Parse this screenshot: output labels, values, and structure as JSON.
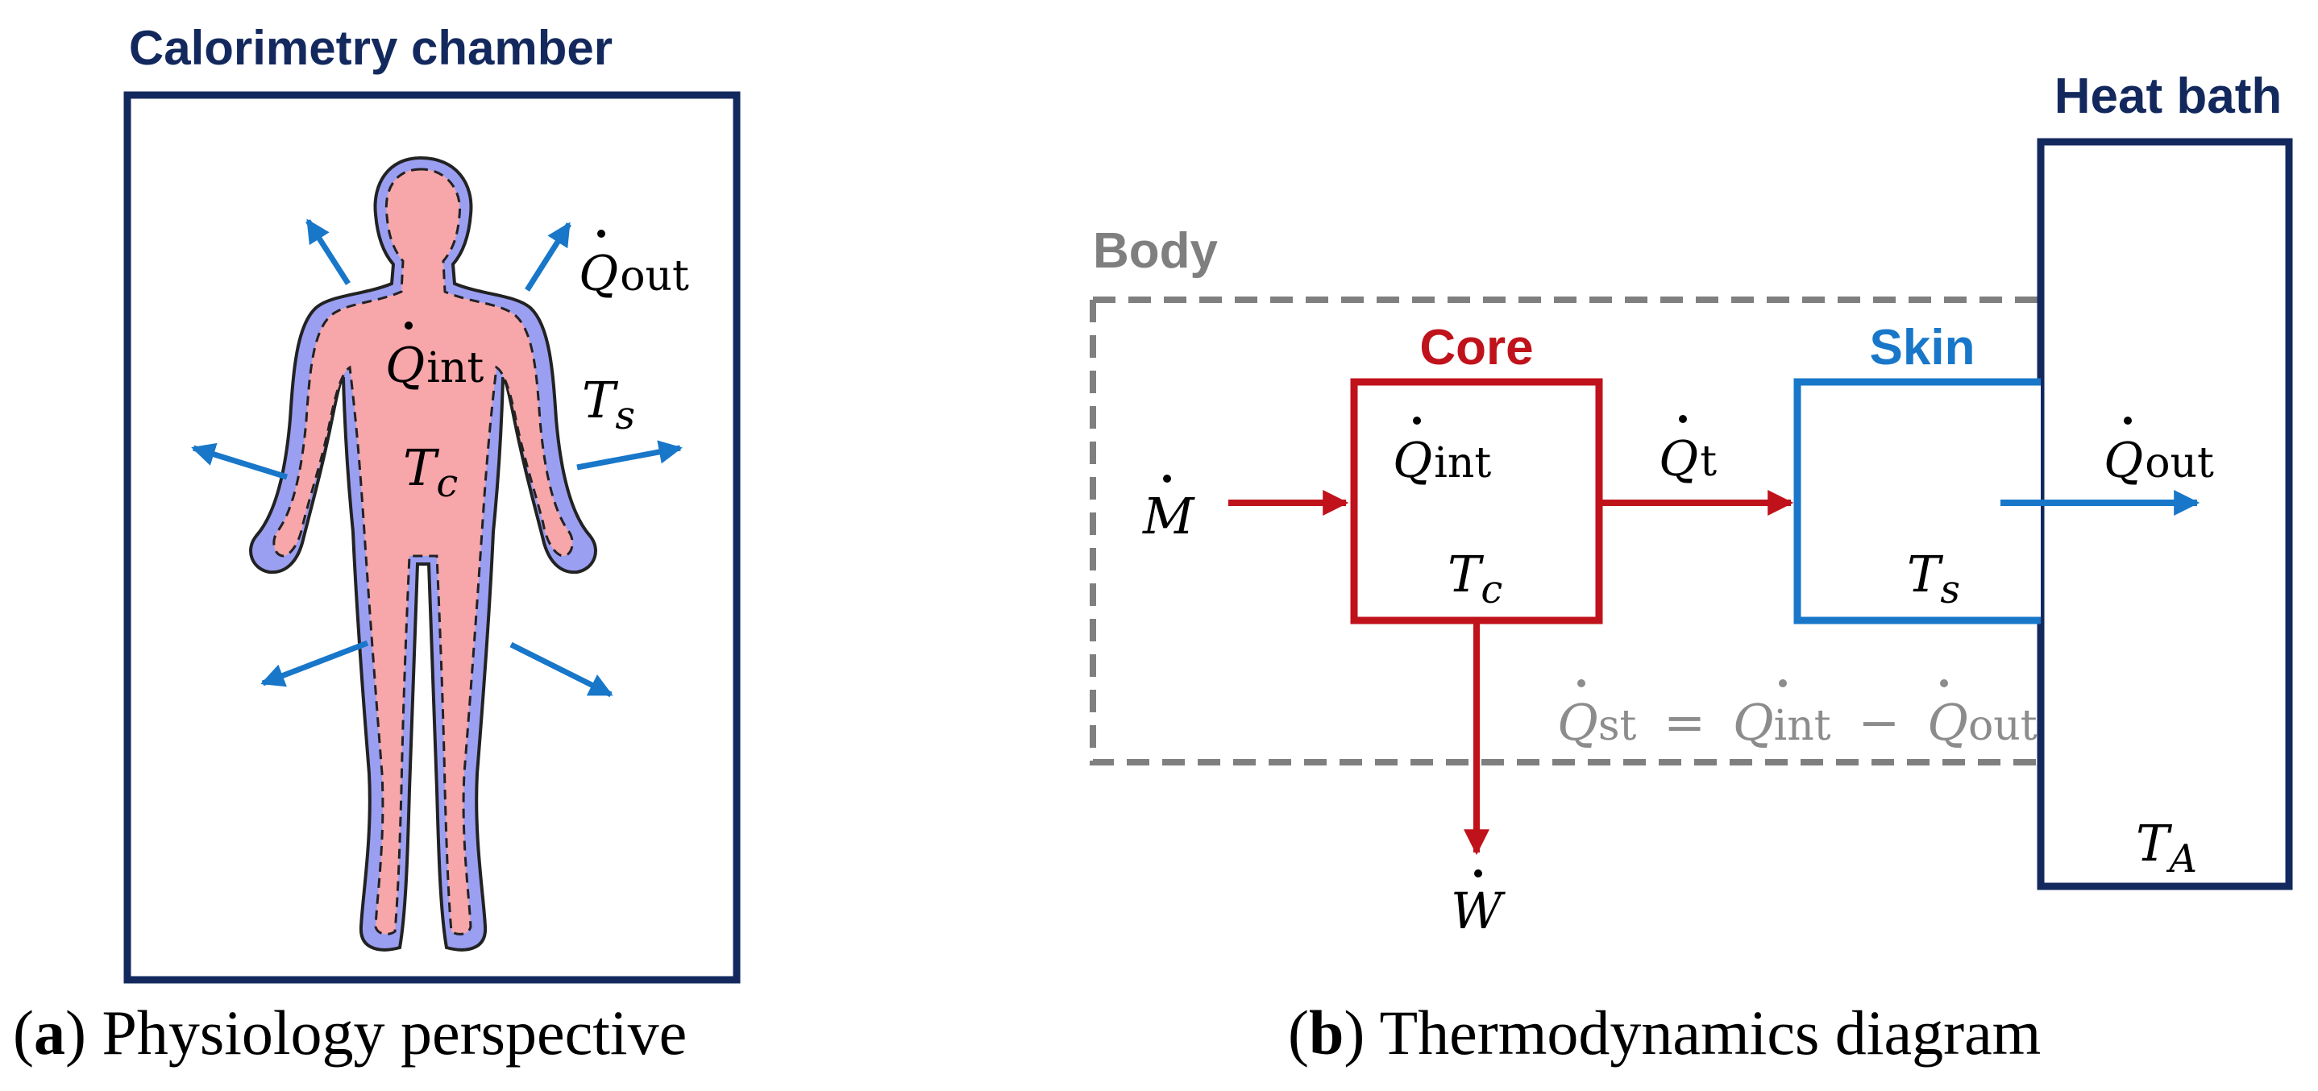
{
  "panel_a": {
    "chamber_title": "Calorimetry chamber",
    "caption_letter": "a",
    "caption_text": "Physiology perspective",
    "labels": {
      "q_out": {
        "symbol": "Q",
        "sub": "out"
      },
      "q_int": {
        "symbol": "Q",
        "sub": "int"
      },
      "t_s": {
        "symbol": "T",
        "sub": "s"
      },
      "t_c": {
        "symbol": "T",
        "sub": "c"
      }
    }
  },
  "panel_b": {
    "heat_bath_title": "Heat bath",
    "body_title": "Body",
    "core_title": "Core",
    "skin_title": "Skin",
    "caption_letter": "b",
    "caption_text": "Thermodynamics diagram",
    "labels": {
      "m_dot": {
        "symbol": "M"
      },
      "w_dot": {
        "symbol": "W"
      },
      "q_int": {
        "symbol": "Q",
        "sub": "int"
      },
      "t_c": {
        "symbol": "T",
        "sub": "c"
      },
      "q_t": {
        "symbol": "Q",
        "sub": "t"
      },
      "t_s": {
        "symbol": "T",
        "sub": "s"
      },
      "q_out": {
        "symbol": "Q",
        "sub": "out"
      },
      "t_a": {
        "symbol": "T",
        "sub": "A"
      }
    },
    "equation": {
      "lhs_symbol": "Q",
      "lhs_sub": "st",
      "equals": "=",
      "t1_symbol": "Q",
      "t1_sub": "int",
      "minus": "−",
      "t2_symbol": "Q",
      "t2_sub": "out"
    }
  },
  "colors": {
    "navy": "#13295e",
    "red": "#c0121b",
    "blue": "#1877c9",
    "gray": "#7f7f7f",
    "skin_layer": "#9b9ff2",
    "core_fill": "#f7a6aa"
  }
}
